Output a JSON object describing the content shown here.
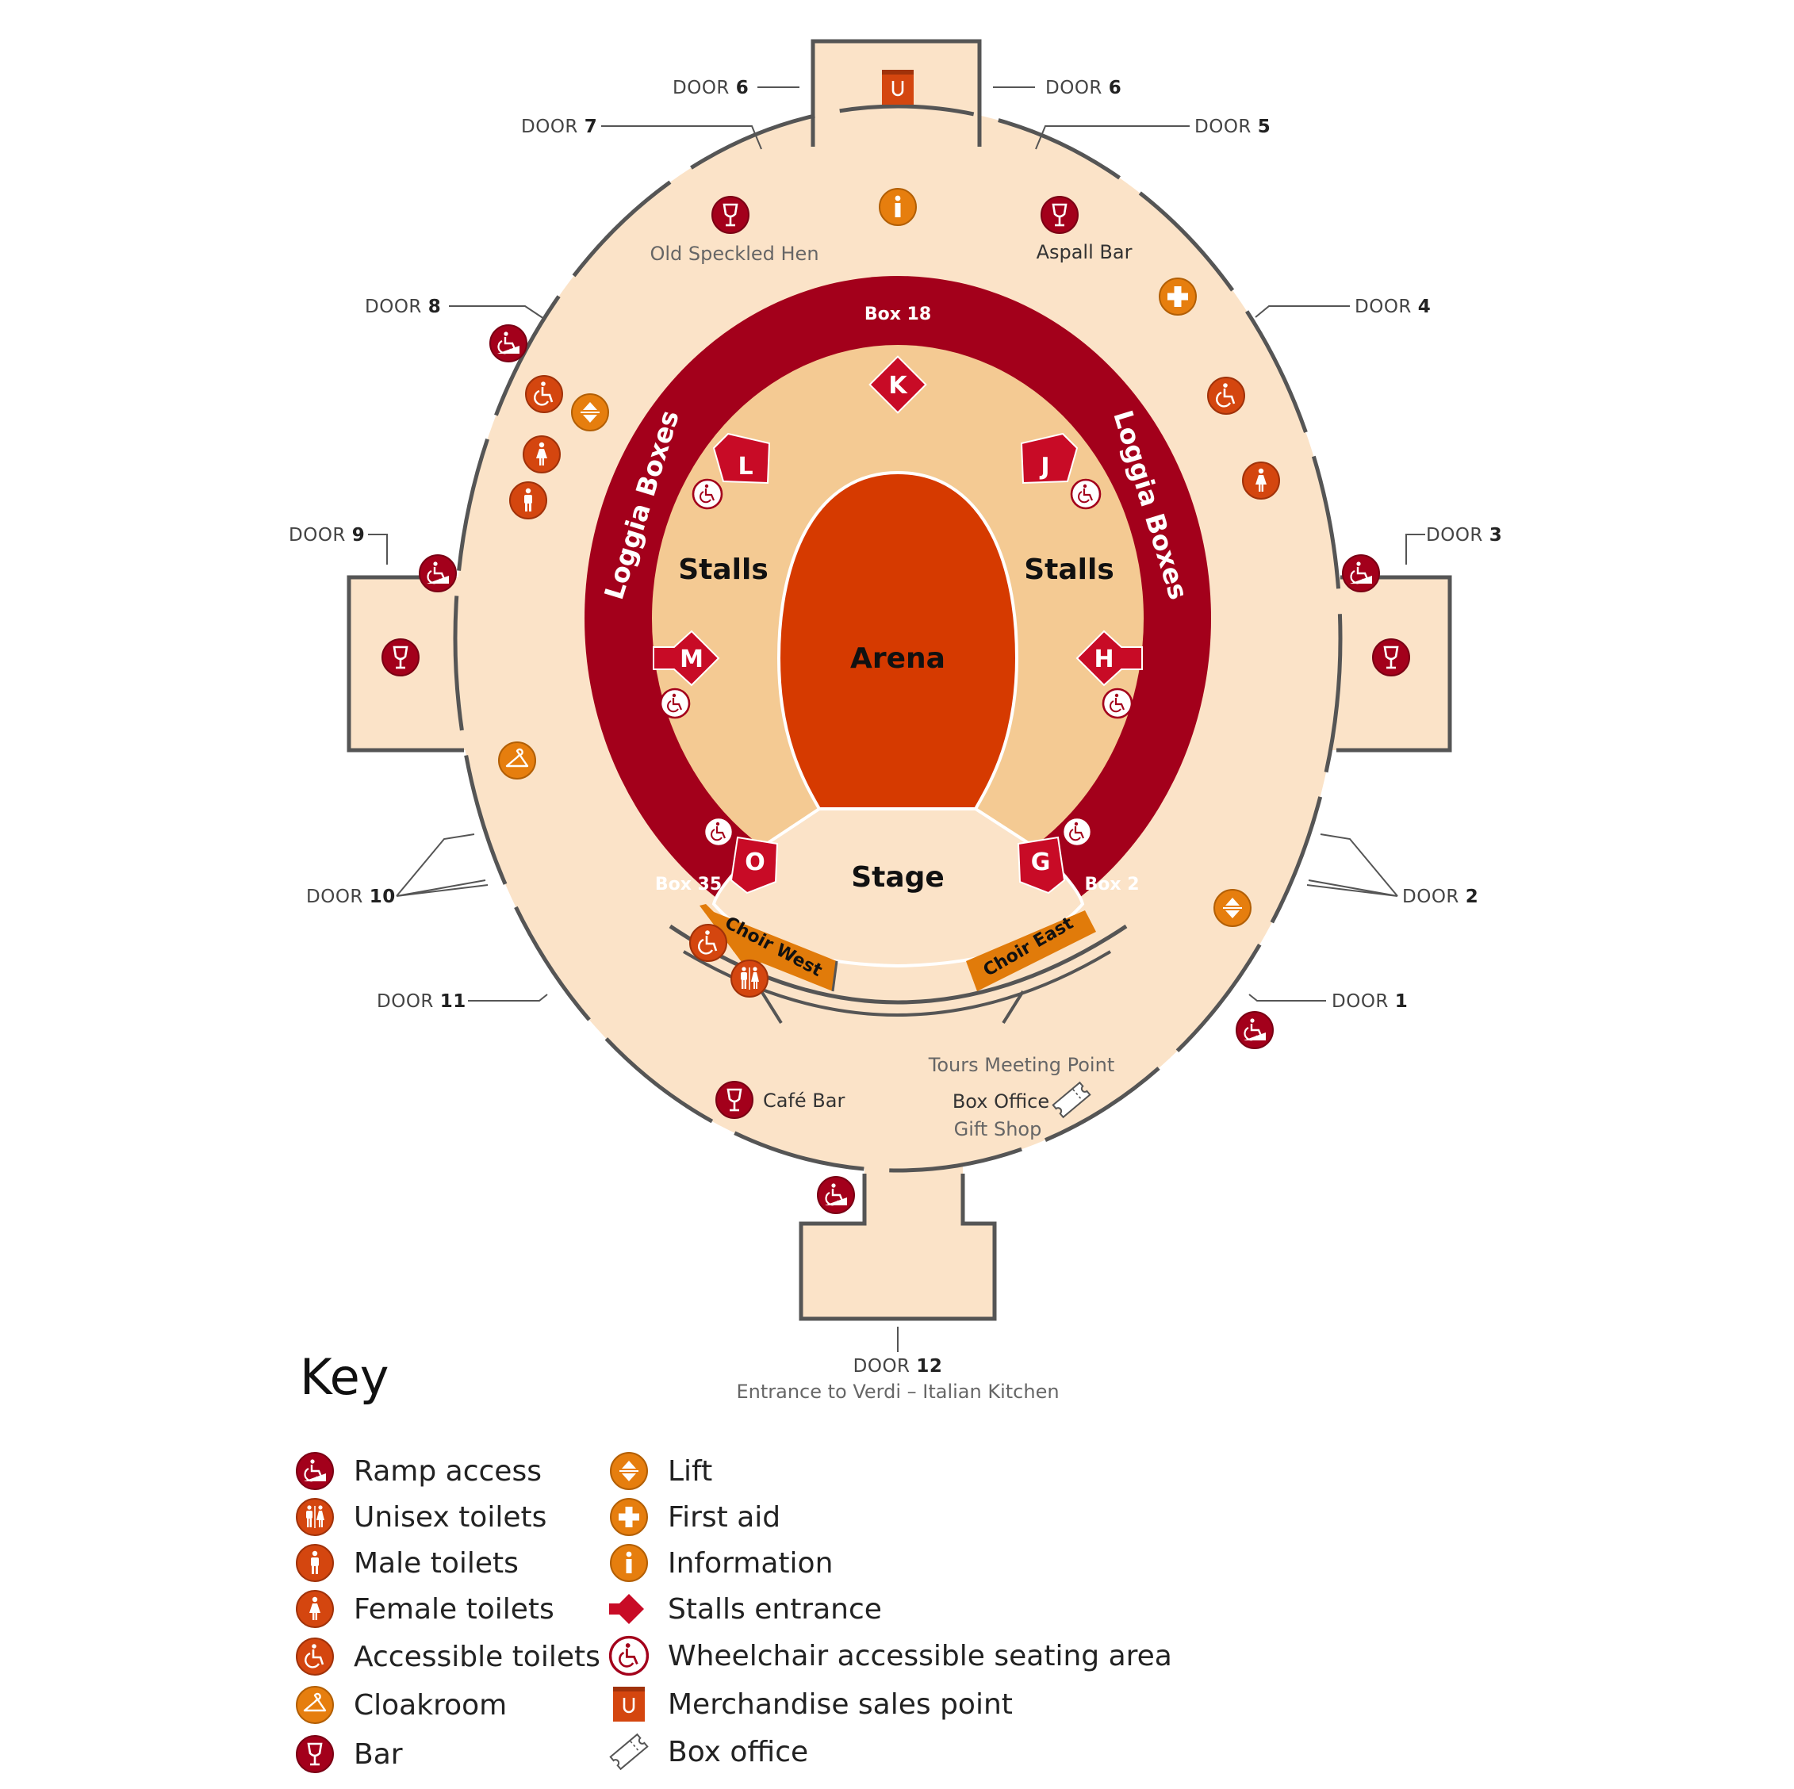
{
  "colors": {
    "concourse": "#fbe3c8",
    "stalls": "#f4ca93",
    "arena": "#d63a00",
    "stage": "#fbe3c8",
    "loggia": "#a3001b",
    "choir": "#e17b0a",
    "wall": "#555555",
    "icon_dark_red": "#a3001b",
    "icon_red_orange": "#d4460f",
    "icon_orange": "#e67e0e"
  },
  "doors": {
    "door_word": "DOOR",
    "d1": "1",
    "d2": "2",
    "d3": "3",
    "d4": "4",
    "d5": "5",
    "d6": "6",
    "d7": "7",
    "d8": "8",
    "d9": "9",
    "d10": "10",
    "d11": "11",
    "d12": "12"
  },
  "venues": {
    "old_speckled_hen": "Old Speckled Hen",
    "aspall_bar": "Aspall Bar",
    "cafe_bar": "Café Bar",
    "tours_meeting_point": "Tours Meeting Point",
    "box_office": "Box Office",
    "gift_shop": "Gift Shop",
    "door12_entrance": "Entrance to Verdi – Italian Kitchen"
  },
  "areas": {
    "arena": "Arena",
    "stage": "Stage",
    "stalls_left": "Stalls",
    "stalls_right": "Stalls",
    "loggia_left": "Loggia Boxes",
    "loggia_right": "Loggia Boxes",
    "box18": "Box 18",
    "box35": "Box 35",
    "box2": "Box 2",
    "choir_west": "Choir West",
    "choir_east": "Choir East"
  },
  "stalls_entrances": {
    "K": "K",
    "L": "L",
    "J": "J",
    "M": "M",
    "H": "H",
    "O": "O",
    "G": "G"
  },
  "key": {
    "title": "Key",
    "items": [
      {
        "label": "Ramp access",
        "icon": "ramp-icon"
      },
      {
        "label": "Unisex toilets",
        "icon": "unisex-toilets-icon"
      },
      {
        "label": "Male toilets",
        "icon": "male-toilets-icon"
      },
      {
        "label": "Female toilets",
        "icon": "female-toilets-icon"
      },
      {
        "label": "Accessible toilets",
        "icon": "accessible-toilets-icon"
      },
      {
        "label": "Cloakroom",
        "icon": "cloakroom-icon"
      },
      {
        "label": "Bar",
        "icon": "bar-icon"
      },
      {
        "label": "Lift",
        "icon": "lift-icon"
      },
      {
        "label": "First aid",
        "icon": "first-aid-icon"
      },
      {
        "label": "Information",
        "icon": "information-icon"
      },
      {
        "label": "Stalls entrance",
        "icon": "stalls-entrance-icon"
      },
      {
        "label": "Wheelchair accessible seating area",
        "icon": "wheelchair-seating-icon"
      },
      {
        "label": "Merchandise sales point",
        "icon": "merchandise-icon"
      },
      {
        "label": "Box office",
        "icon": "box-office-ticket-icon"
      }
    ]
  }
}
